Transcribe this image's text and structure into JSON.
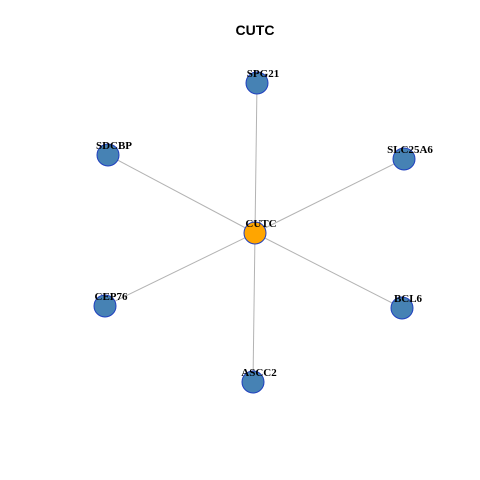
{
  "title": "CUTC",
  "colors": {
    "center_fill": "#ffa500",
    "leaf_fill": "#4682b4",
    "node_border": "#1f3fbf",
    "edge": "#b3b3b3"
  },
  "center": {
    "label": "CUTC"
  },
  "leaves": [
    {
      "label": "SPG21"
    },
    {
      "label": "SLC25A6"
    },
    {
      "label": "BCL6"
    },
    {
      "label": "ASCC2"
    },
    {
      "label": "CEP76"
    },
    {
      "label": "SDCBP"
    }
  ]
}
